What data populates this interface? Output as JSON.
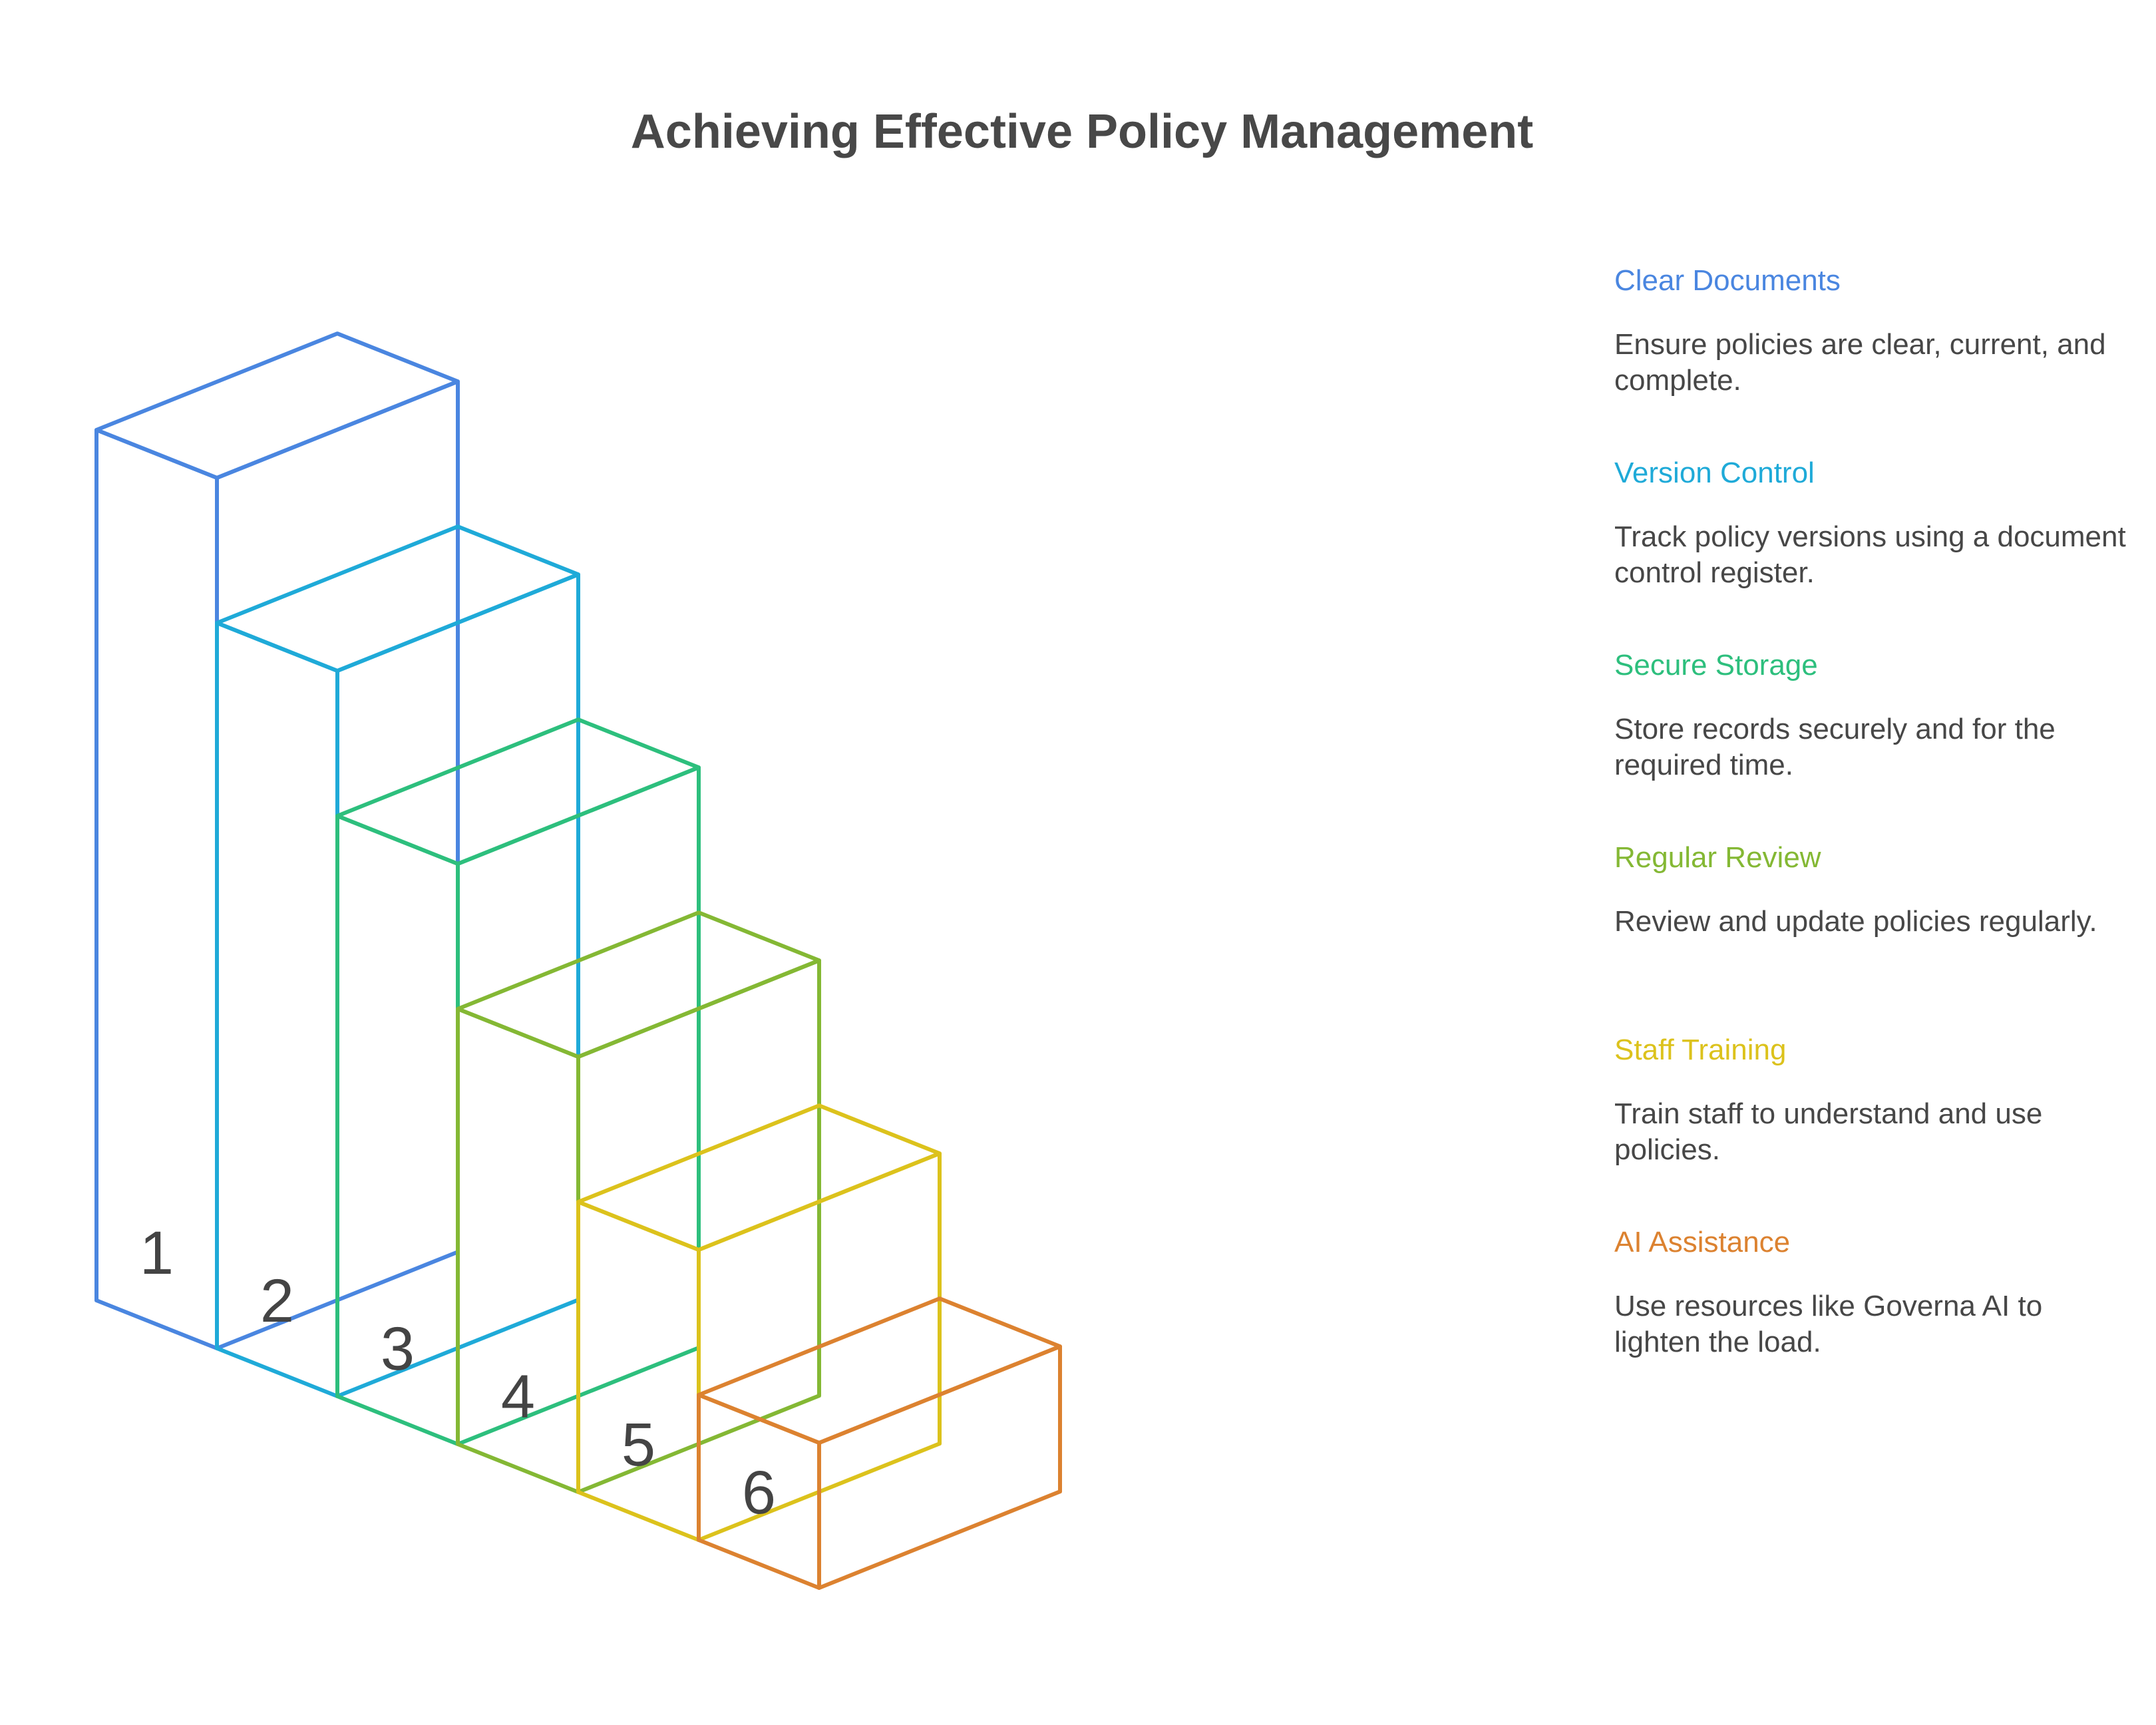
{
  "title": "Achieving Effective Policy Management",
  "steps": [
    {
      "number": "1",
      "title": "Clear Documents",
      "description": "Ensure policies are clear, current, and complete.",
      "color": "#4a86e0"
    },
    {
      "number": "2",
      "title": "Version Control",
      "description": "Track policy versions using a document control register.",
      "color": "#1faad8"
    },
    {
      "number": "3",
      "title": "Secure Storage",
      "description": "Store records securely and for the required time.",
      "color": "#2dbf7d"
    },
    {
      "number": "4",
      "title": "Regular Review",
      "description": "Review and update policies regularly.",
      "color": "#84b834"
    },
    {
      "number": "5",
      "title": "Staff Training",
      "description": "Train staff to understand and use policies.",
      "color": "#dcc21c"
    },
    {
      "number": "6",
      "title": "AI Assistance",
      "description": "Use resources like Governa AI to lighten the load.",
      "color": "#dc8230"
    }
  ]
}
